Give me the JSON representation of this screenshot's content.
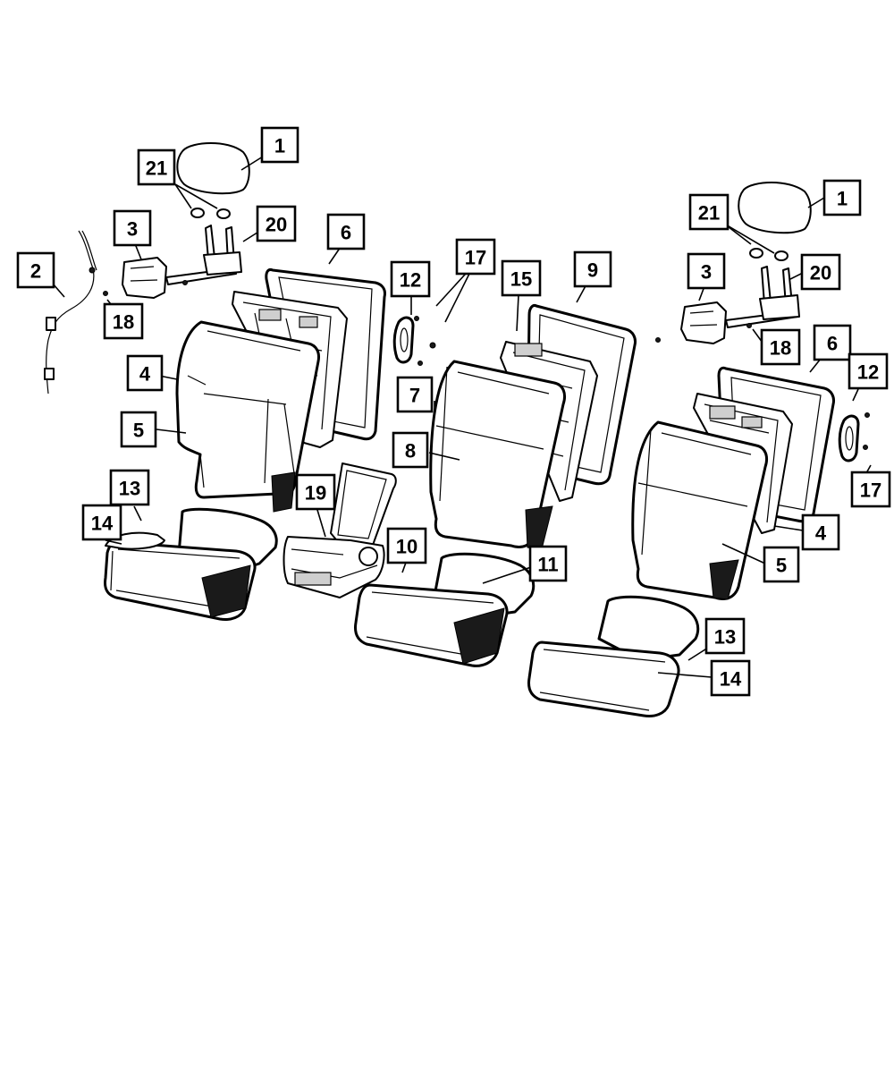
{
  "callouts": [
    {
      "label": "1"
    },
    {
      "label": "21"
    },
    {
      "label": "3"
    },
    {
      "label": "20"
    },
    {
      "label": "2"
    },
    {
      "label": "18"
    },
    {
      "label": "6"
    },
    {
      "label": "12"
    },
    {
      "label": "17"
    },
    {
      "label": "15"
    },
    {
      "label": "9"
    },
    {
      "label": "4"
    },
    {
      "label": "5"
    },
    {
      "label": "7"
    },
    {
      "label": "8"
    },
    {
      "label": "13"
    },
    {
      "label": "14"
    },
    {
      "label": "19"
    },
    {
      "label": "10"
    },
    {
      "label": "11"
    },
    {
      "label": "1"
    },
    {
      "label": "21"
    },
    {
      "label": "3"
    },
    {
      "label": "20"
    },
    {
      "label": "18"
    },
    {
      "label": "6"
    },
    {
      "label": "12"
    },
    {
      "label": "17"
    },
    {
      "label": "4"
    },
    {
      "label": "5"
    },
    {
      "label": "13"
    },
    {
      "label": "14"
    }
  ]
}
